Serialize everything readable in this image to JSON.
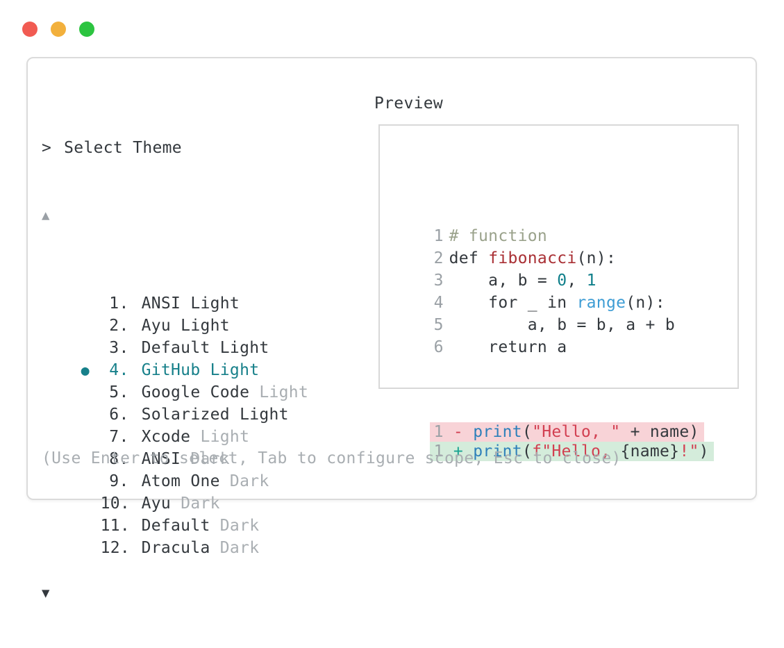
{
  "window": {
    "traffic_lights": [
      {
        "name": "close",
        "color": "#f15b52"
      },
      {
        "name": "minimize",
        "color": "#f2b03c"
      },
      {
        "name": "zoom",
        "color": "#2cc440"
      }
    ]
  },
  "header": {
    "prompt": ">",
    "title": "Select Theme"
  },
  "theme_list": {
    "scroll_up_icon": "▲",
    "scroll_down_icon": "▼",
    "selected_bullet": "●",
    "selected_color": "#17808a",
    "items": [
      {
        "number": "1.",
        "name": "ANSI Light",
        "dim": "",
        "selected": false
      },
      {
        "number": "2.",
        "name": "Ayu Light",
        "dim": "",
        "selected": false
      },
      {
        "number": "3.",
        "name": "Default Light",
        "dim": "",
        "selected": false
      },
      {
        "number": "4.",
        "name": "GitHub Light",
        "dim": "",
        "selected": true
      },
      {
        "number": "5.",
        "name": "Google Code",
        "dim": "Light",
        "selected": false
      },
      {
        "number": "6.",
        "name": "Solarized Light",
        "dim": "",
        "selected": false
      },
      {
        "number": "7.",
        "name": "Xcode",
        "dim": "Light",
        "selected": false
      },
      {
        "number": "8.",
        "name": "ANSI",
        "dim": "Dark",
        "selected": false
      },
      {
        "number": "9.",
        "name": "Atom One",
        "dim": "Dark",
        "selected": false
      },
      {
        "number": "10.",
        "name": "Ayu",
        "dim": "Dark",
        "selected": false
      },
      {
        "number": "11.",
        "name": "Default",
        "dim": "Dark",
        "selected": false
      },
      {
        "number": "12.",
        "name": "Dracula",
        "dim": "Dark",
        "selected": false
      }
    ]
  },
  "preview": {
    "label": "Preview",
    "code_lines": [
      {
        "num": "1",
        "tokens": [
          {
            "text": "# function",
            "type": "comment"
          }
        ]
      },
      {
        "num": "2",
        "tokens": [
          {
            "text": "def ",
            "type": "plain"
          },
          {
            "text": "fibonacci",
            "type": "func"
          },
          {
            "text": "(n):",
            "type": "plain"
          }
        ]
      },
      {
        "num": "3",
        "tokens": [
          {
            "text": "    a, b = ",
            "type": "plain"
          },
          {
            "text": "0",
            "type": "number"
          },
          {
            "text": ", ",
            "type": "plain"
          },
          {
            "text": "1",
            "type": "number"
          }
        ]
      },
      {
        "num": "4",
        "tokens": [
          {
            "text": "    for _ in ",
            "type": "plain"
          },
          {
            "text": "range",
            "type": "builtin"
          },
          {
            "text": "(n):",
            "type": "plain"
          }
        ]
      },
      {
        "num": "5",
        "tokens": [
          {
            "text": "        a, b = b, a + b",
            "type": "plain"
          }
        ]
      },
      {
        "num": "6",
        "tokens": [
          {
            "text": "    return a",
            "type": "plain"
          }
        ]
      }
    ],
    "diff_lines": [
      {
        "num": "1",
        "sign": "-",
        "kind": "removed",
        "tokens": [
          {
            "text": "print",
            "type": "call"
          },
          {
            "text": "(",
            "type": "plain"
          },
          {
            "text": "\"Hello, \"",
            "type": "string"
          },
          {
            "text": " + name)",
            "type": "plain"
          }
        ]
      },
      {
        "num": "1",
        "sign": "+",
        "kind": "added",
        "tokens": [
          {
            "text": "print",
            "type": "call"
          },
          {
            "text": "(",
            "type": "plain"
          },
          {
            "text": "f\"Hello, ",
            "type": "string"
          },
          {
            "text": "{name}",
            "type": "plain"
          },
          {
            "text": "!\"",
            "type": "string"
          },
          {
            "text": ")",
            "type": "plain"
          }
        ]
      }
    ],
    "diff_colors": {
      "removed_bg": "#f8d3d7",
      "added_bg": "#d4ecdb"
    }
  },
  "syntax_colors": {
    "plain": "#33383d",
    "comment": "#9aa28b",
    "function": "#a92f34",
    "number": "#0f7f8a",
    "builtin": "#3d9cd4",
    "call": "#2e80ba",
    "string": "#d23f51"
  },
  "footer": {
    "hint": "(Use Enter to select, Tab to configure scope, Esc to close)"
  }
}
